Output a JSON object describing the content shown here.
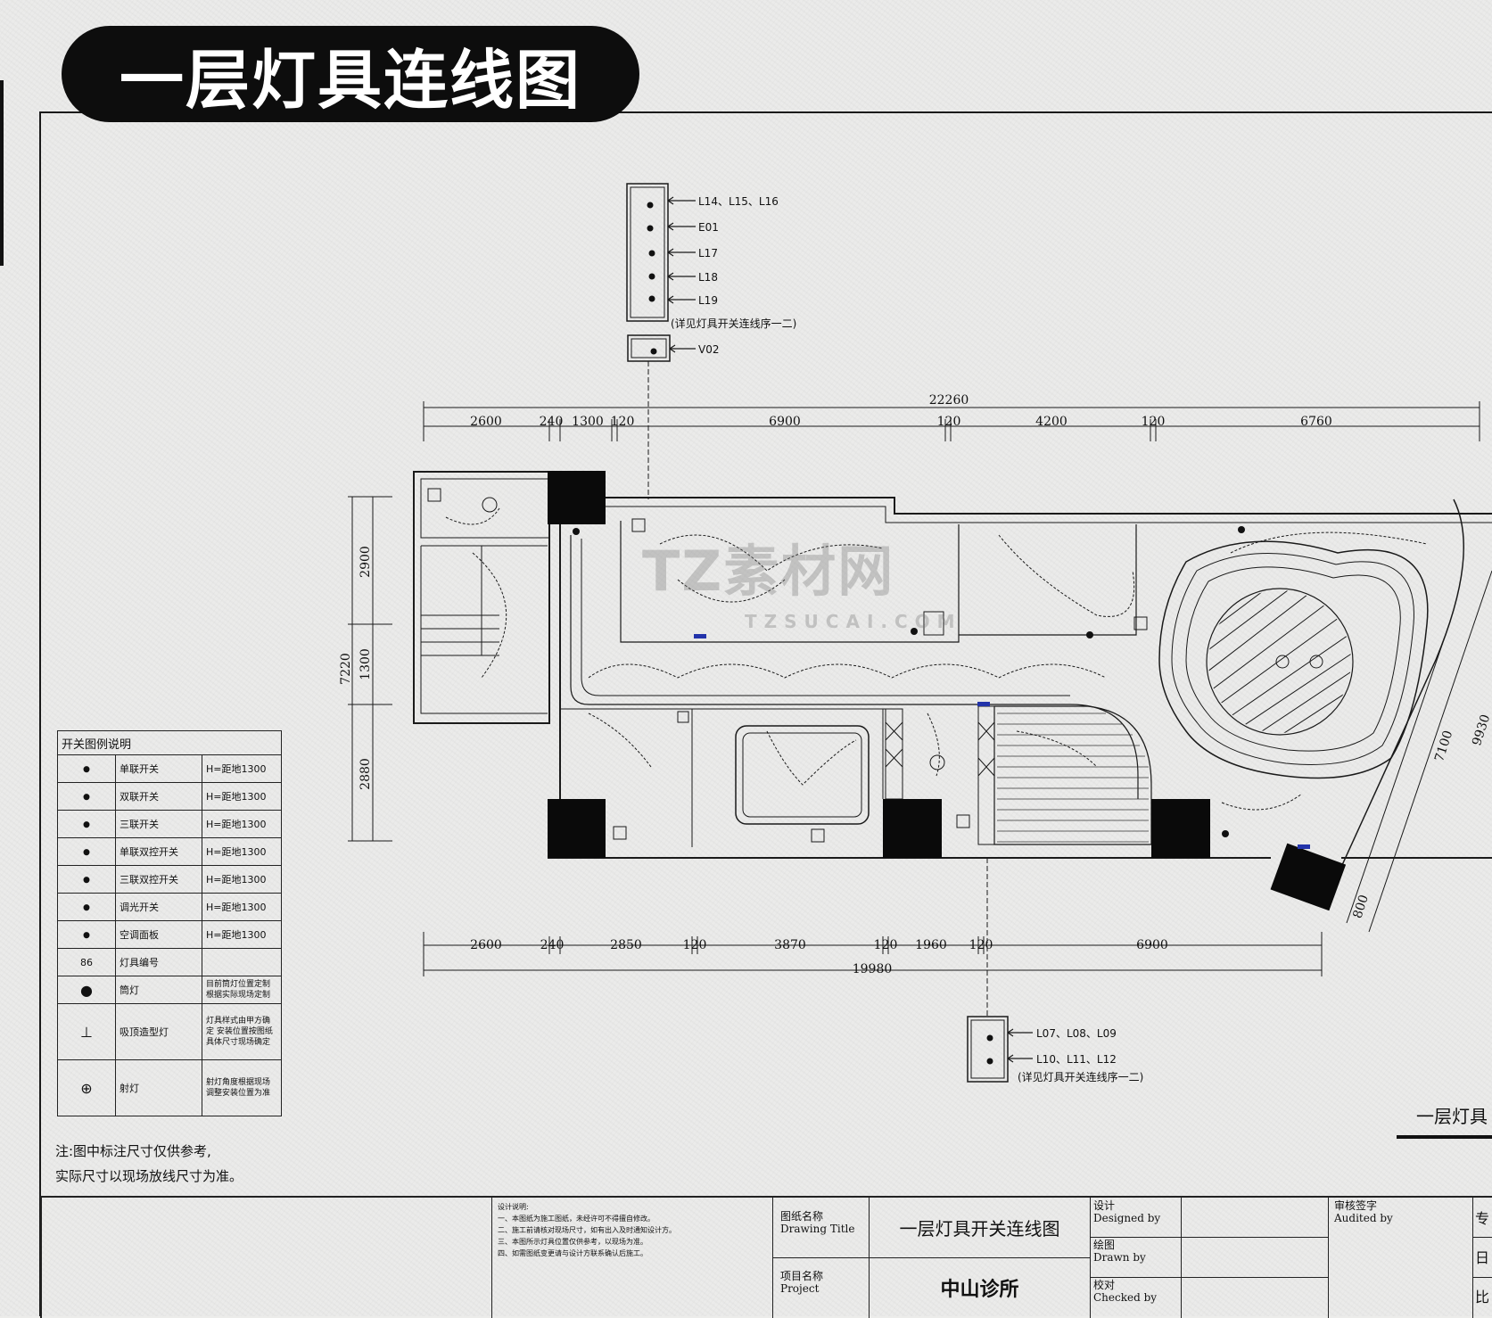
{
  "header": {
    "title": "一层灯具连线图"
  },
  "top_panel": {
    "labels": [
      "L14、L15、L16",
      "E01",
      "L17",
      "L18",
      "L19"
    ],
    "note": "(详见灯具开关连线序一二)",
    "v_label": "V02"
  },
  "bottom_panel": {
    "labels": [
      "L07、L08、L09",
      "L10、L11、L12"
    ],
    "note": "(详见灯具开关连线序一二)"
  },
  "dimensions": {
    "top_total": "22260",
    "top_segments": [
      "2600",
      "240",
      "1300",
      "120",
      "6900",
      "120",
      "4200",
      "120",
      "6760"
    ],
    "left_total": "7220",
    "left_segments": [
      "2900",
      "1300",
      "2880"
    ],
    "right": [
      "7100",
      "9930",
      "800"
    ],
    "bottom_segments": [
      "2600",
      "240",
      "2850",
      "120",
      "3870",
      "120",
      "1960",
      "120",
      "6900"
    ],
    "bottom_total": "19980"
  },
  "watermark": {
    "main": "TZ素材网",
    "sub": "TZSUCAI.COM"
  },
  "legend": {
    "title": "开关图例说明",
    "rows": [
      {
        "symbol": "single-switch",
        "name": "单联开关",
        "desc": "H=距地1300"
      },
      {
        "symbol": "double-switch",
        "name": "双联开关",
        "desc": "H=距地1300"
      },
      {
        "symbol": "triple-switch",
        "name": "三联开关",
        "desc": "H=距地1300"
      },
      {
        "symbol": "single-dual-control",
        "name": "单联双控开关",
        "desc": "H=距地1300"
      },
      {
        "symbol": "triple-dual-control",
        "name": "三联双控开关",
        "desc": "H=距地1300"
      },
      {
        "symbol": "dimmer-switch",
        "name": "调光开关",
        "desc": "H=距地1300"
      },
      {
        "symbol": "other-switch",
        "name": "空调面板",
        "desc": "H=距地1300"
      },
      {
        "symbol": "lamp-number",
        "name": "灯具编号",
        "desc": ""
      },
      {
        "symbol": "downlight",
        "name": "筒灯",
        "desc": "目前筒灯位置定制 根据实际现场定制"
      },
      {
        "symbol": "ceiling-lamp",
        "name": "吸顶造型灯",
        "desc": "灯具样式由甲方确定 安装位置按图纸 具体尺寸现场确定"
      },
      {
        "symbol": "spotlight",
        "name": "射灯",
        "desc": "射灯角度根据现场 调整安装位置为准"
      }
    ]
  },
  "notes": [
    "注:图中标注尺寸仅供参考,",
    "实际尺寸以现场放线尺寸为准。"
  ],
  "sheet_label": "一层灯具",
  "title_block": {
    "design_notes_title": "设计说明:",
    "design_notes": [
      "一、本图纸为施工图纸，未经许可不得擅自修改。",
      "二、施工前请核对现场尺寸，如有出入及时通知设计方。",
      "三、本图所示灯具位置仅供参考，以现场为准。",
      "四、如需图纸变更请与设计方联系确认后施工。"
    ],
    "drawing_title_label": "图纸名称",
    "drawing_title_label_en": "Drawing Title",
    "drawing_title": "一层灯具开关连线图",
    "project_label": "项目名称",
    "project_label_en": "Project",
    "project": "中山诊所",
    "designed_label": "设计",
    "designed_label_en": "Designed by",
    "drawn_label": "绘图",
    "drawn_label_en": "Drawn by",
    "checked_label": "校对",
    "checked_label_en": "Checked by",
    "audit_label": "审核签字",
    "audit_label_en": "Audited by",
    "right_col": [
      "专",
      "日",
      "比"
    ]
  }
}
